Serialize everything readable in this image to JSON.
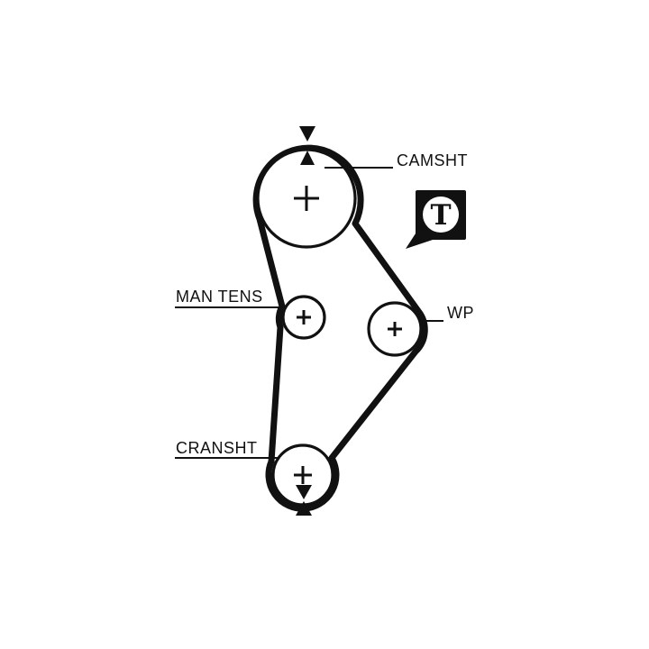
{
  "diagram": {
    "type": "timing-belt-routing-diagram",
    "background": "#ffffff",
    "ink": "#111111",
    "labels": {
      "camshaft": "CAMSHT",
      "man_tensioner": "MAN TENS",
      "water_pump": "WP",
      "crankshaft": "CRANSHT"
    },
    "badge": {
      "letter": "T",
      "fill": "#111111",
      "circle_fill": "#ffffff"
    },
    "markers": {
      "pulley_center_mark": "+",
      "timing_arrow_positions": [
        "camshaft-top",
        "crankshaft-bottom"
      ]
    }
  }
}
